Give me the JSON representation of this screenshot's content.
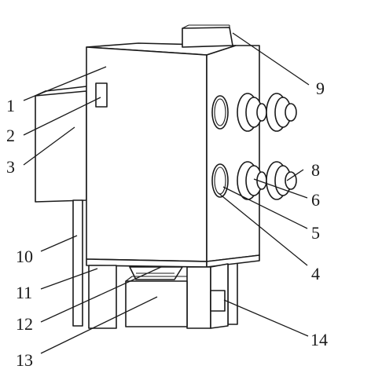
{
  "labels": {
    "l1": "1",
    "l2": "2",
    "l3": "3",
    "l4": "4",
    "l5": "5",
    "l6": "6",
    "l8": "8",
    "l9": "9",
    "l10": "10",
    "l11": "11",
    "l12": "12",
    "l13": "13",
    "l14": "14"
  }
}
